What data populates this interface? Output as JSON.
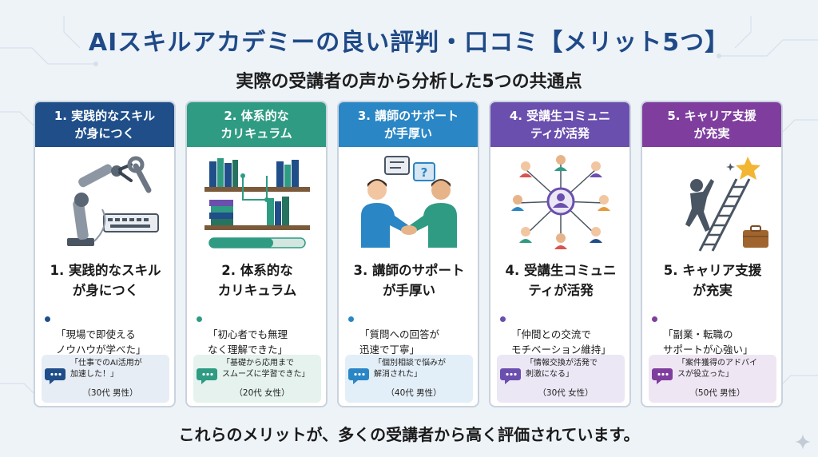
{
  "title": "AIスキルアカデミーの良い評判・口コミ【メリット5つ】",
  "subtitle": "実際の受講者の声から分析した5つの共通点",
  "cards": [
    {
      "header": "1. 実践的なスキル\nが身につく",
      "title": "1. 実践的なスキル\nが身につく",
      "bullet": "「現場で即使える\nノウハウが学べた」",
      "quote": "「仕事でのAI活用が\n加速した！」",
      "attribution": "（30代 男性）",
      "color": "#1f4e89",
      "quote_bg": "#e7edf5",
      "icon": "robot-arm-icon"
    },
    {
      "header": "2. 体系的な\nカリキュラム",
      "title": "2. 体系的な\nカリキュラム",
      "bullet": "「初心者でも無理\nなく理解できた」",
      "quote": "「基礎から応用まで\nスムーズに学習できた」",
      "attribution": "（20代 女性）",
      "color": "#2f9b83",
      "quote_bg": "#e5f2ed",
      "icon": "bookshelf-icon"
    },
    {
      "header": "3. 講師のサポート\nが手厚い",
      "title": "3. 講師のサポート\nが手厚い",
      "bullet": "「質問への回答が\n迅速で丁寧」",
      "quote": "「個別相談で悩みが\n解消された」",
      "attribution": "（40代 男性）",
      "color": "#2a86c4",
      "quote_bg": "#e3eff8",
      "icon": "handshake-icon"
    },
    {
      "header": "4. 受講生コミュニ\nティが活発",
      "title": "4. 受講生コミュニ\nティが活発",
      "bullet": "「仲間との交流で\nモチベーション維持」",
      "quote": "「情報交換が活発で\n刺激になる」",
      "attribution": "（30代 女性）",
      "color": "#6a4fae",
      "quote_bg": "#ebe7f4",
      "icon": "community-network-icon"
    },
    {
      "header": "5. キャリア支援\nが充実",
      "title": "5. キャリア支援\nが充実",
      "bullet": "「副業・転職の\nサポートが心強い」",
      "quote": "「案件獲得のアドバイ\nスが役立った」",
      "attribution": "（50代 男性）",
      "color": "#7f3e9e",
      "quote_bg": "#efe6f3",
      "icon": "career-ladder-icon"
    }
  ],
  "footer": "これらのメリットが、多くの受講者から高く評価されています。"
}
